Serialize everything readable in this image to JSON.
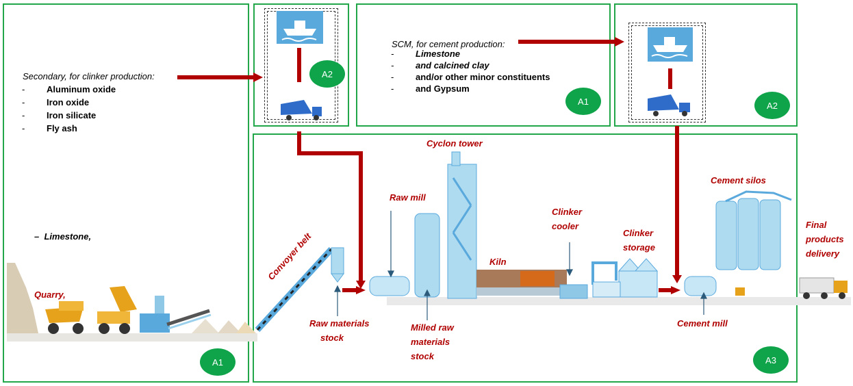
{
  "badges": {
    "a1_left": "A1",
    "a2_top": "A2",
    "a1_top": "A1",
    "a2_right": "A2",
    "a3": "A3"
  },
  "secondary": {
    "title": "Secondary, for clinker production:",
    "items": [
      "Aluminum oxide",
      "Iron oxide",
      "Iron silicate",
      "Fly ash"
    ]
  },
  "limestone_left": "Limestone,",
  "scm": {
    "title": "SCM, for cement production:",
    "items": [
      "Limestone",
      "and calcined clay",
      "and/or other minor constituents",
      "and Gypsum"
    ]
  },
  "labels": {
    "quarry": "Quarry,",
    "conveyor": "Convoyer belt",
    "raw_stock": [
      "Raw materials",
      "stock"
    ],
    "raw_mill": "Raw mill",
    "milled": [
      "Milled raw",
      "materials",
      "stock"
    ],
    "cyclon": "Cyclon tower",
    "kiln": "Kiln",
    "cooler": [
      "Clinker",
      "cooler"
    ],
    "storage": [
      "Clinker",
      "storage"
    ],
    "silos": "Cement silos",
    "cement_mill": "Cement mill",
    "final": [
      "Final",
      "products",
      "delivery"
    ]
  },
  "colors": {
    "green": "#21a64a",
    "badge": "#0fa44a",
    "red": "#b00000",
    "blue": "#5aa9dd"
  }
}
